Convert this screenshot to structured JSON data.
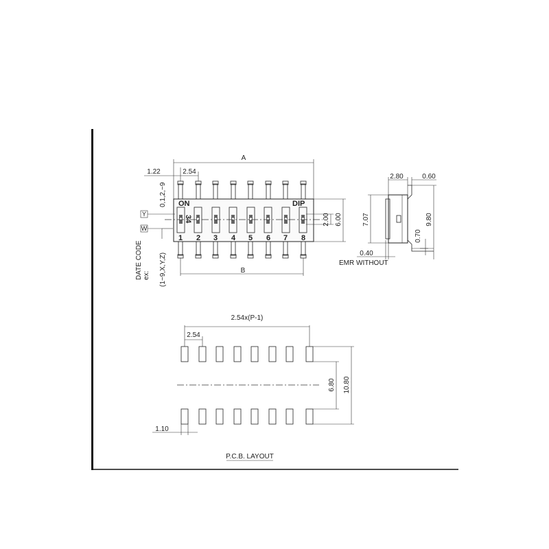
{
  "dimensions": {
    "a": "A",
    "b": "B",
    "pitch": "2.54",
    "edge": "1.22",
    "height_200": "2.00",
    "height_600": "6.00",
    "height_707": "7.07",
    "side_280": "2.80",
    "side_060": "0.60",
    "side_070": "0.70",
    "side_980": "9.80",
    "side_040": "0.40",
    "pcb_span": "2.54x(P-1)",
    "pcb_pitch": "2.54",
    "pcb_680": "6.80",
    "pcb_1080": "10.80",
    "pcb_110": "1.10"
  },
  "labels": {
    "on": "ON",
    "dip": "DIP",
    "switch_mark": "34",
    "date_code_title": "DATE CODE",
    "date_code_ex": "ex:",
    "date_code_range": "(1~9,X,Y,Z)",
    "code_digits": "0,1,2,~9",
    "code_y": "Y",
    "code_w": "W",
    "emr_without": "EMR WITHOUT",
    "pcb_layout": "P.C.B. LAYOUT"
  },
  "switch_numbers": [
    "1",
    "2",
    "3",
    "4",
    "5",
    "6",
    "7",
    "8"
  ]
}
